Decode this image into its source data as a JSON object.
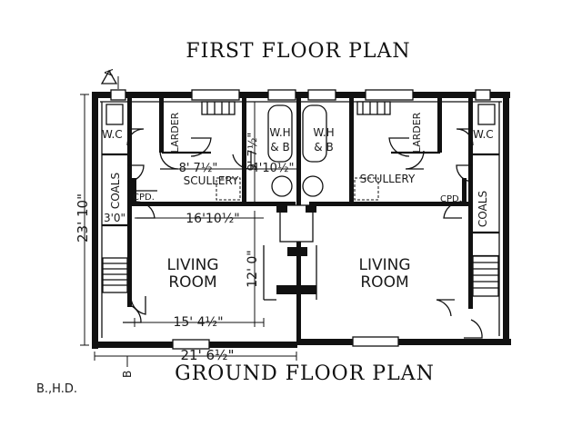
{
  "titles": {
    "first_floor": "FIRST FLOOR PLAN",
    "ground_floor": "GROUND FLOOR PLAN"
  },
  "rooms": {
    "wc_left": "W.C",
    "wc_right": "W.C",
    "larder_left": "LARDER",
    "larder_right": "LARDER",
    "whb_line1": "W.H",
    "whb_line2": "& B",
    "scullery_left": "SCULLERY",
    "scullery_right": "SCULLERY",
    "coals_left": "COALS",
    "coals_right": "COALS",
    "cpd_left": "CPD.",
    "cpd_right": "CPD.",
    "living_line1": "LIVING",
    "living_line2": "ROOM"
  },
  "dimensions": {
    "scullery_width": "8' 7½\"",
    "whb_width": "4'10½\"",
    "whb_depth": "9' 7½\"",
    "coals_width": "3'0\"",
    "living_width_upper": "16'10½\"",
    "living_depth": "12' 0\"",
    "living_width_lower": "15' 4½\"",
    "overall_depth": "23' 10\"",
    "overall_width": "21' 6½\""
  },
  "section_marks": {
    "top": "A",
    "bottom": "B"
  },
  "signature": "B.,H.D."
}
